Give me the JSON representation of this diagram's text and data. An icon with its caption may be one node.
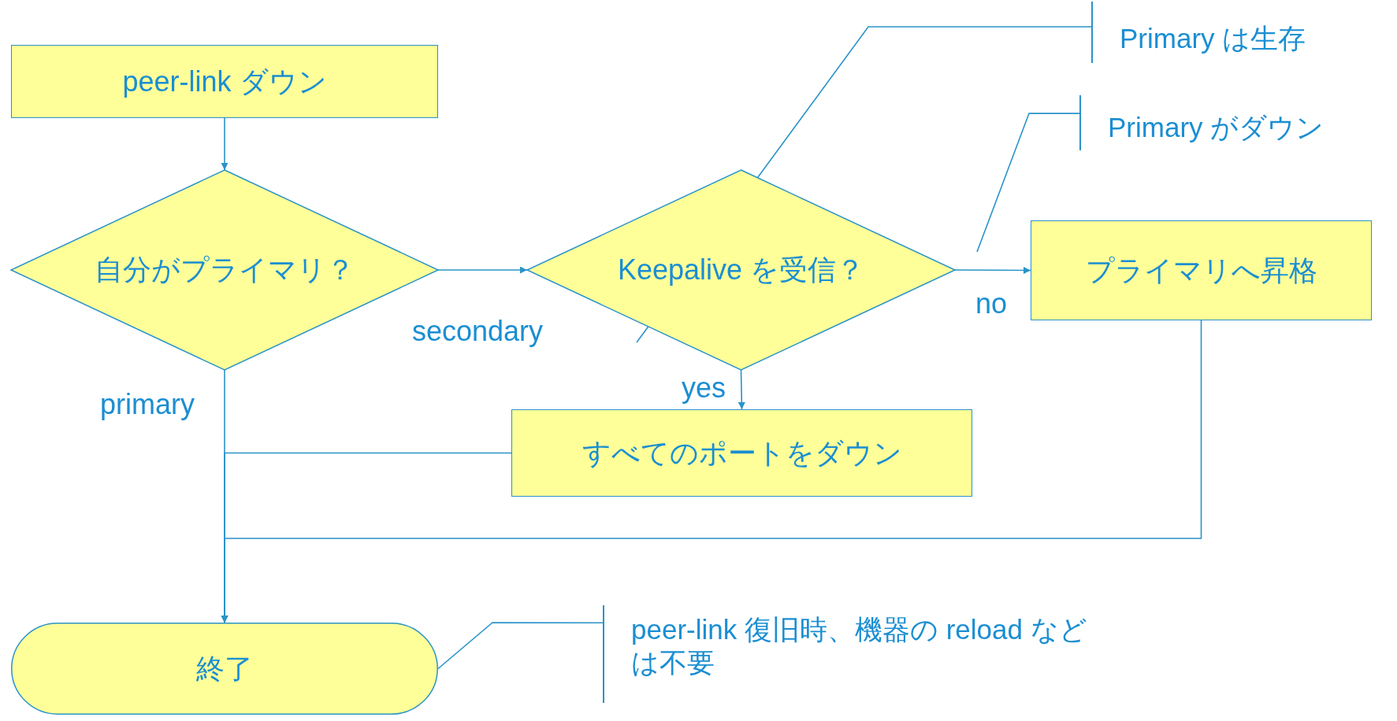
{
  "diagram": {
    "nodes": [
      {
        "text": [
          "peer-link ダウン"
        ]
      },
      {
        "text": [
          "自分がプライマリ？"
        ]
      },
      {
        "text": [
          "Keepalive を受信？"
        ]
      },
      {
        "text": [
          "プライマリへ昇格"
        ]
      },
      {
        "text": [
          "すべてのポートをダウン"
        ]
      },
      {
        "text": [
          "終了"
        ]
      },
      {
        "text": [
          "Primary は生存"
        ]
      },
      {
        "text": [
          "Primary がダウン"
        ]
      },
      {
        "text": [
          "peer-link 復旧時、機器の reload などは不要"
        ]
      }
    ],
    "edges": [
      {
        "from": 0,
        "to": 1,
        "arrow": "to"
      },
      {
        "from": 1,
        "to": 2,
        "arrow": "to",
        "label": "secondary"
      },
      {
        "from": 2,
        "to": 3,
        "arrow": "to",
        "label": "no"
      },
      {
        "from": 2,
        "to": 4,
        "arrow": "to",
        "label": "yes"
      },
      {
        "from": 1,
        "to": 5,
        "arrow": "to",
        "label": "primary"
      },
      {
        "from": 4,
        "to": 5,
        "arrow": "to"
      },
      {
        "from": 3,
        "to": 5,
        "arrow": "to"
      },
      {
        "from": 6,
        "to": null,
        "arrow": "none"
      },
      {
        "from": 7,
        "to": null,
        "arrow": "none"
      },
      {
        "from": 8,
        "to": 5,
        "arrow": "none"
      }
    ]
  }
}
